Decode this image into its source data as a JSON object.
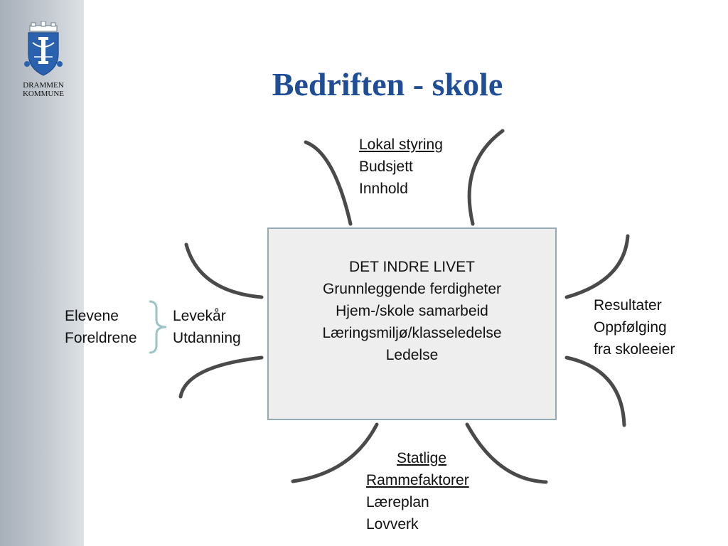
{
  "logo": {
    "name_line1": "DRAMMEN",
    "name_line2": "KOMMUNE",
    "brand_color": "#2b62b0"
  },
  "title": "Bedriften - skole",
  "center": {
    "lines": [
      "DET INDRE LIVET",
      "Grunnleggende ferdigheter",
      "Hjem-/skole samarbeid",
      "Læringsmiljø/klasseledelse",
      "Ledelse"
    ]
  },
  "top": {
    "heading": "Lokal styring",
    "items": [
      "Budsjett",
      "Innhold"
    ]
  },
  "right": {
    "items": [
      "Resultater",
      "Oppfølging",
      "fra skoleeier"
    ]
  },
  "bottom": {
    "headings": [
      "Statlige",
      "Rammefaktorer"
    ],
    "items": [
      "Læreplan",
      "Lovverk"
    ]
  },
  "left": {
    "outer": [
      "Elevene",
      "Foreldrene"
    ],
    "inner": [
      "Levekår",
      "Utdanning"
    ]
  },
  "colors": {
    "title": "#1f4e96",
    "curve": "#4a4a4a",
    "box_border": "#93aab6",
    "box_fill": "#eeeeee",
    "brace": "#9cc4c8"
  }
}
